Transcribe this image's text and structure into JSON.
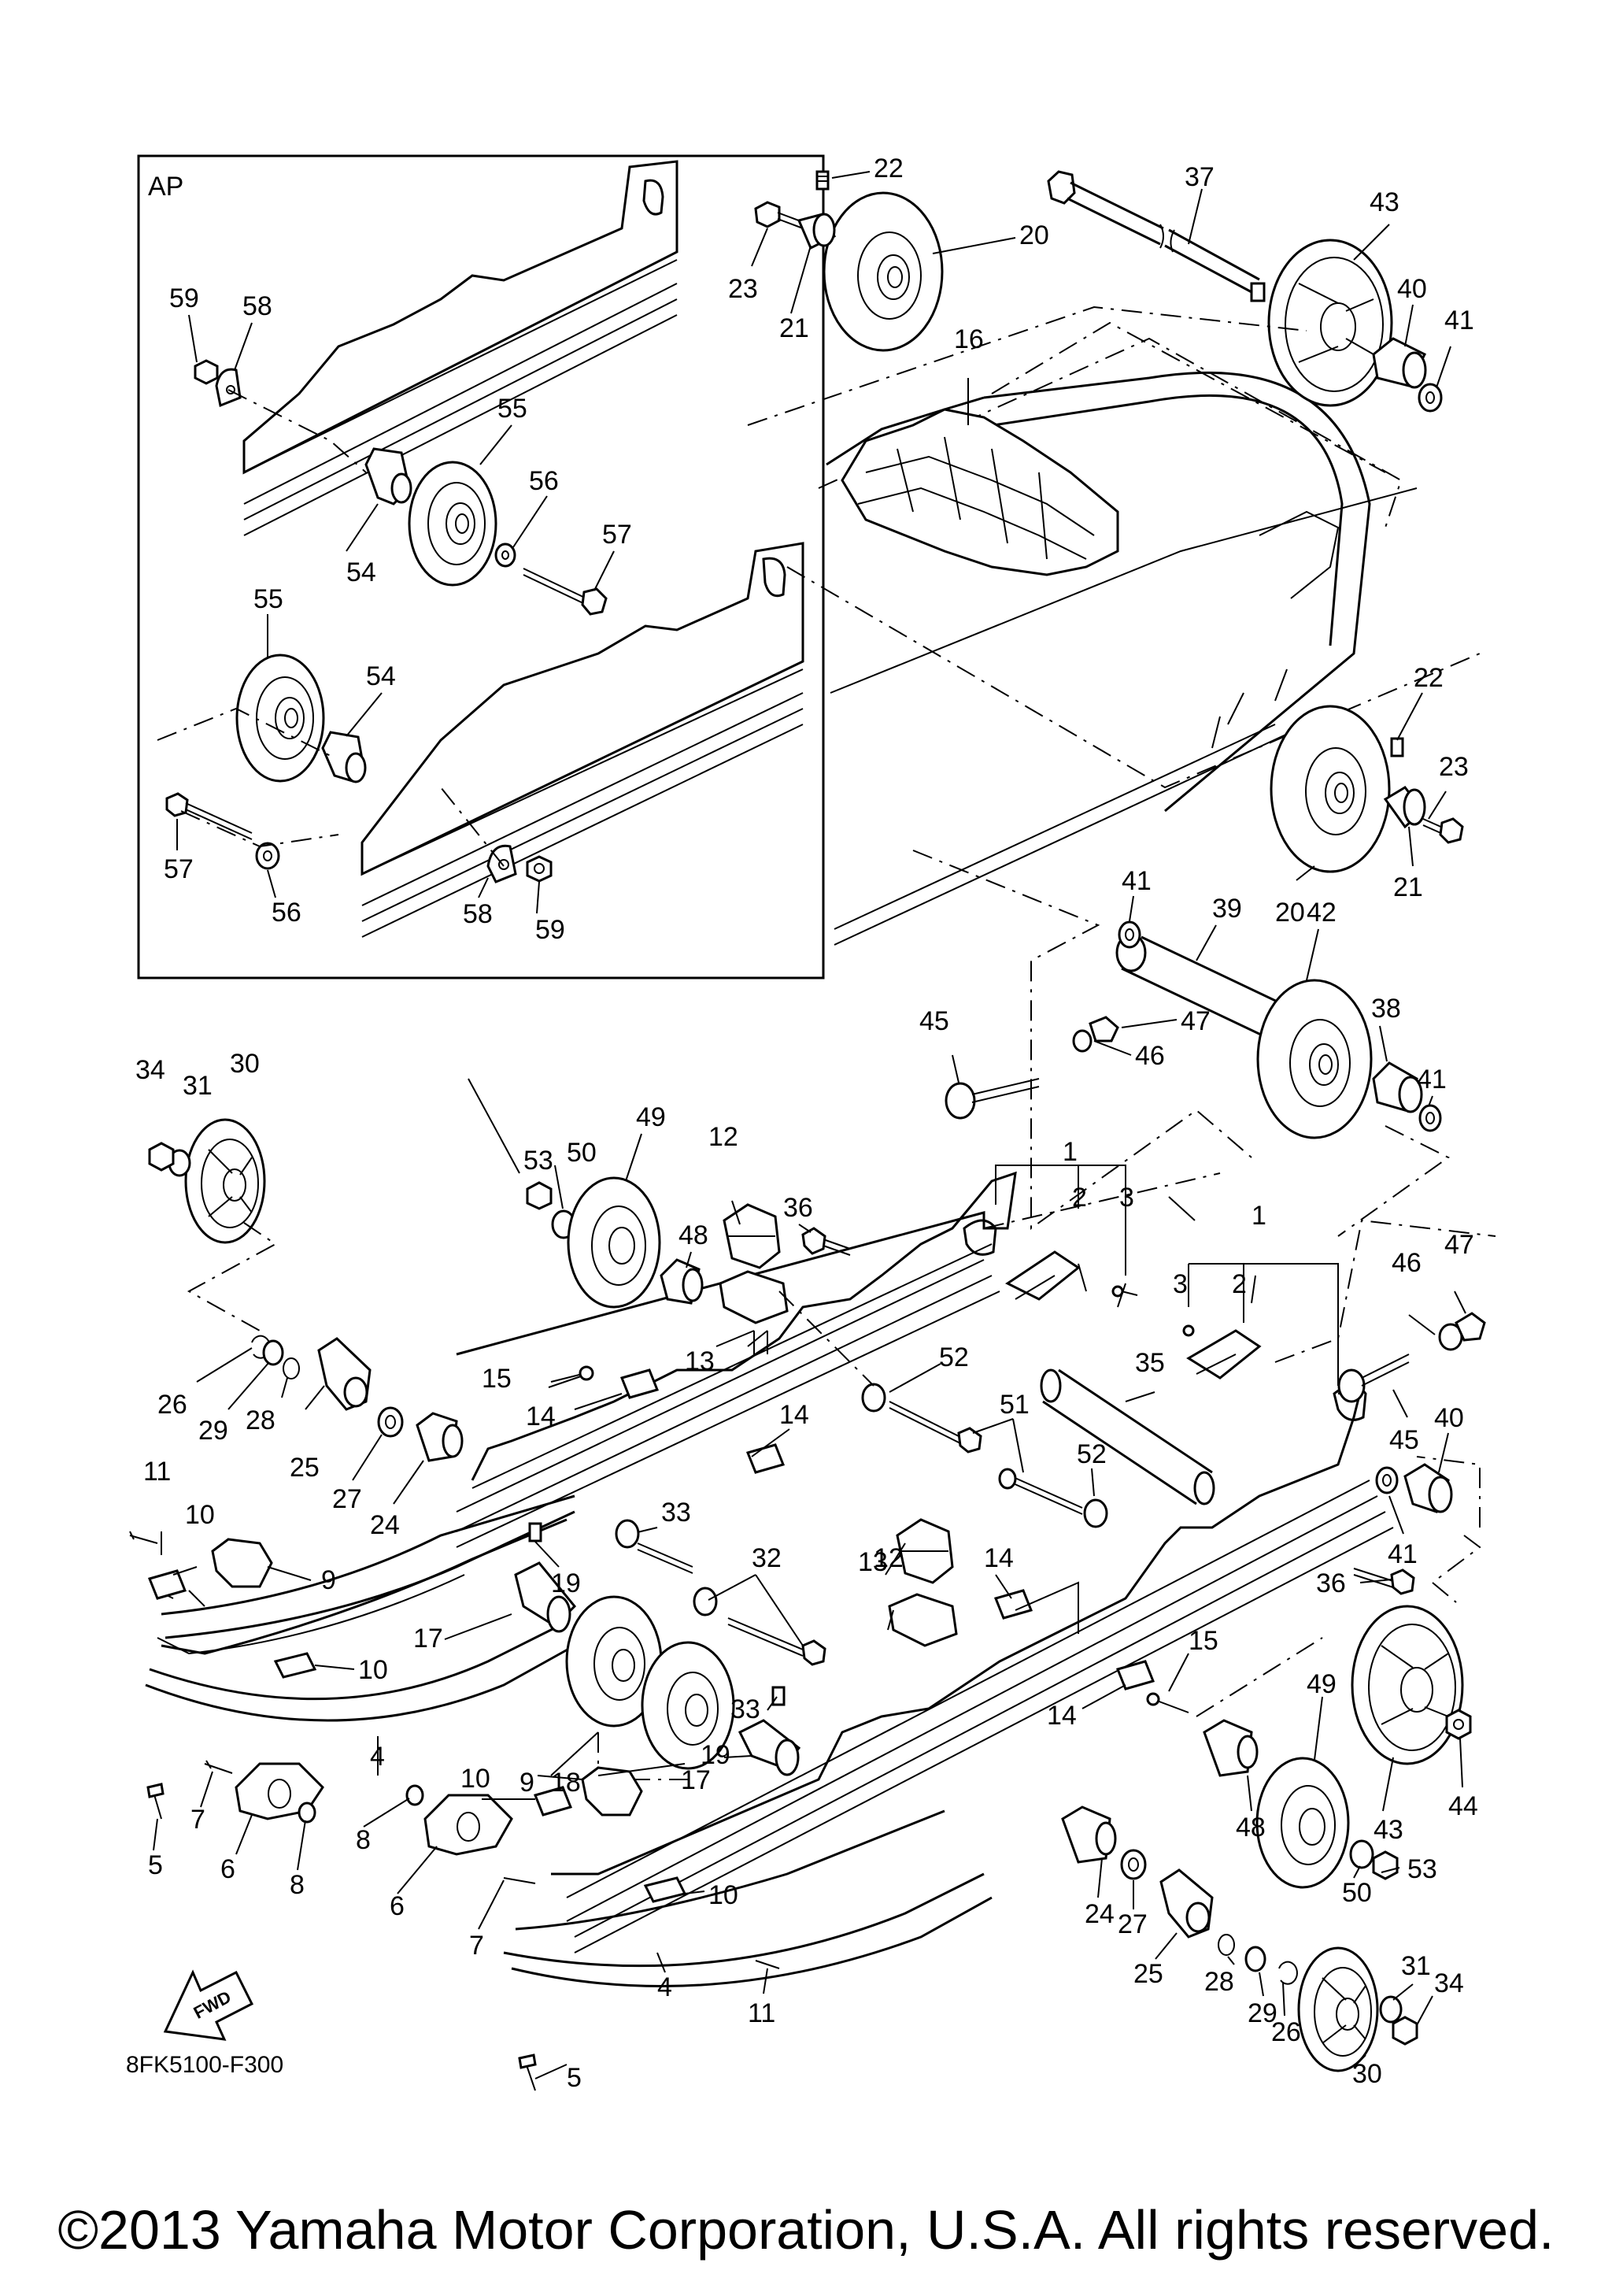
{
  "inset_label": "AP",
  "drawing_code": "8FK5100-F300",
  "fwd_label": "FWD",
  "copyright": "©2013 Yamaha Motor Corporation, U.S.A. All rights reserved.",
  "callouts": [
    {
      "id": "c1",
      "text": "22"
    },
    {
      "id": "c2",
      "text": "23"
    },
    {
      "id": "c3",
      "text": "21"
    },
    {
      "id": "c4",
      "text": "20"
    },
    {
      "id": "c5",
      "text": "37"
    },
    {
      "id": "c6",
      "text": "43"
    },
    {
      "id": "c7",
      "text": "40"
    },
    {
      "id": "c8",
      "text": "41"
    },
    {
      "id": "c9",
      "text": "16"
    },
    {
      "id": "c10",
      "text": "22"
    },
    {
      "id": "c11",
      "text": "23"
    },
    {
      "id": "c12",
      "text": "21"
    },
    {
      "id": "c13",
      "text": "20"
    },
    {
      "id": "c14",
      "text": "41"
    },
    {
      "id": "c15",
      "text": "39"
    },
    {
      "id": "c16",
      "text": "42"
    },
    {
      "id": "c17",
      "text": "38"
    },
    {
      "id": "c18",
      "text": "41"
    },
    {
      "id": "c19",
      "text": "45"
    },
    {
      "id": "c20",
      "text": "47"
    },
    {
      "id": "c21",
      "text": "46"
    },
    {
      "id": "c22",
      "text": "1"
    },
    {
      "id": "c23",
      "text": "2"
    },
    {
      "id": "c24",
      "text": "3"
    },
    {
      "id": "c25",
      "text": "1"
    },
    {
      "id": "c26",
      "text": "3"
    },
    {
      "id": "c27",
      "text": "2"
    },
    {
      "id": "c28",
      "text": "46"
    },
    {
      "id": "c29",
      "text": "47"
    },
    {
      "id": "c30",
      "text": "45"
    },
    {
      "id": "c31",
      "text": "40"
    },
    {
      "id": "c32",
      "text": "41"
    },
    {
      "id": "c33",
      "text": "36"
    },
    {
      "id": "c34",
      "text": "35"
    },
    {
      "id": "c35",
      "text": "52"
    },
    {
      "id": "c36",
      "text": "51"
    },
    {
      "id": "c37",
      "text": "52"
    },
    {
      "id": "c38",
      "text": "34"
    },
    {
      "id": "c39",
      "text": "31"
    },
    {
      "id": "c40",
      "text": "30"
    },
    {
      "id": "c41",
      "text": "53"
    },
    {
      "id": "c42",
      "text": "50"
    },
    {
      "id": "c43",
      "text": "49"
    },
    {
      "id": "c44",
      "text": "12"
    },
    {
      "id": "c45",
      "text": "48"
    },
    {
      "id": "c46",
      "text": "36"
    },
    {
      "id": "c47",
      "text": "13"
    },
    {
      "id": "c48",
      "text": "15"
    },
    {
      "id": "c49",
      "text": "14"
    },
    {
      "id": "c50",
      "text": "14"
    },
    {
      "id": "c51",
      "text": "26"
    },
    {
      "id": "c52",
      "text": "29"
    },
    {
      "id": "c53",
      "text": "28"
    },
    {
      "id": "c54",
      "text": "25"
    },
    {
      "id": "c55",
      "text": "27"
    },
    {
      "id": "c56",
      "text": "24"
    },
    {
      "id": "c57",
      "text": "11"
    },
    {
      "id": "c58",
      "text": "10"
    },
    {
      "id": "c59",
      "text": "9"
    },
    {
      "id": "c60",
      "text": "19"
    },
    {
      "id": "c61",
      "text": "33"
    },
    {
      "id": "c62",
      "text": "32"
    },
    {
      "id": "c63",
      "text": "17"
    },
    {
      "id": "c64",
      "text": "10"
    },
    {
      "id": "c65",
      "text": "12"
    },
    {
      "id": "c66",
      "text": "13"
    },
    {
      "id": "c67",
      "text": "14"
    },
    {
      "id": "c68",
      "text": "15"
    },
    {
      "id": "c69",
      "text": "14"
    },
    {
      "id": "c70",
      "text": "18"
    },
    {
      "id": "c71",
      "text": "33"
    },
    {
      "id": "c72",
      "text": "19"
    },
    {
      "id": "c73",
      "text": "17"
    },
    {
      "id": "c74",
      "text": "4"
    },
    {
      "id": "c75",
      "text": "7"
    },
    {
      "id": "c76",
      "text": "5"
    },
    {
      "id": "c77",
      "text": "6"
    },
    {
      "id": "c78",
      "text": "8"
    },
    {
      "id": "c79",
      "text": "8"
    },
    {
      "id": "c80",
      "text": "6"
    },
    {
      "id": "c81",
      "text": "10"
    },
    {
      "id": "c82",
      "text": "9"
    },
    {
      "id": "c83",
      "text": "7"
    },
    {
      "id": "c84",
      "text": "10"
    },
    {
      "id": "c85",
      "text": "4"
    },
    {
      "id": "c86",
      "text": "11"
    },
    {
      "id": "c87",
      "text": "5"
    },
    {
      "id": "c88",
      "text": "49"
    },
    {
      "id": "c89",
      "text": "43"
    },
    {
      "id": "c90",
      "text": "44"
    },
    {
      "id": "c91",
      "text": "48"
    },
    {
      "id": "c92",
      "text": "50"
    },
    {
      "id": "c93",
      "text": "53"
    },
    {
      "id": "c94",
      "text": "24"
    },
    {
      "id": "c95",
      "text": "27"
    },
    {
      "id": "c96",
      "text": "25"
    },
    {
      "id": "c97",
      "text": "28"
    },
    {
      "id": "c98",
      "text": "29"
    },
    {
      "id": "c99",
      "text": "26"
    },
    {
      "id": "c100",
      "text": "31"
    },
    {
      "id": "c101",
      "text": "34"
    },
    {
      "id": "c102",
      "text": "30"
    },
    {
      "id": "c103",
      "text": "59"
    },
    {
      "id": "c104",
      "text": "58"
    },
    {
      "id": "c105",
      "text": "55"
    },
    {
      "id": "c106",
      "text": "56"
    },
    {
      "id": "c107",
      "text": "57"
    },
    {
      "id": "c108",
      "text": "54"
    },
    {
      "id": "c109",
      "text": "55"
    },
    {
      "id": "c110",
      "text": "54"
    },
    {
      "id": "c111",
      "text": "57"
    },
    {
      "id": "c112",
      "text": "56"
    },
    {
      "id": "c113",
      "text": "58"
    },
    {
      "id": "c114",
      "text": "59"
    }
  ]
}
